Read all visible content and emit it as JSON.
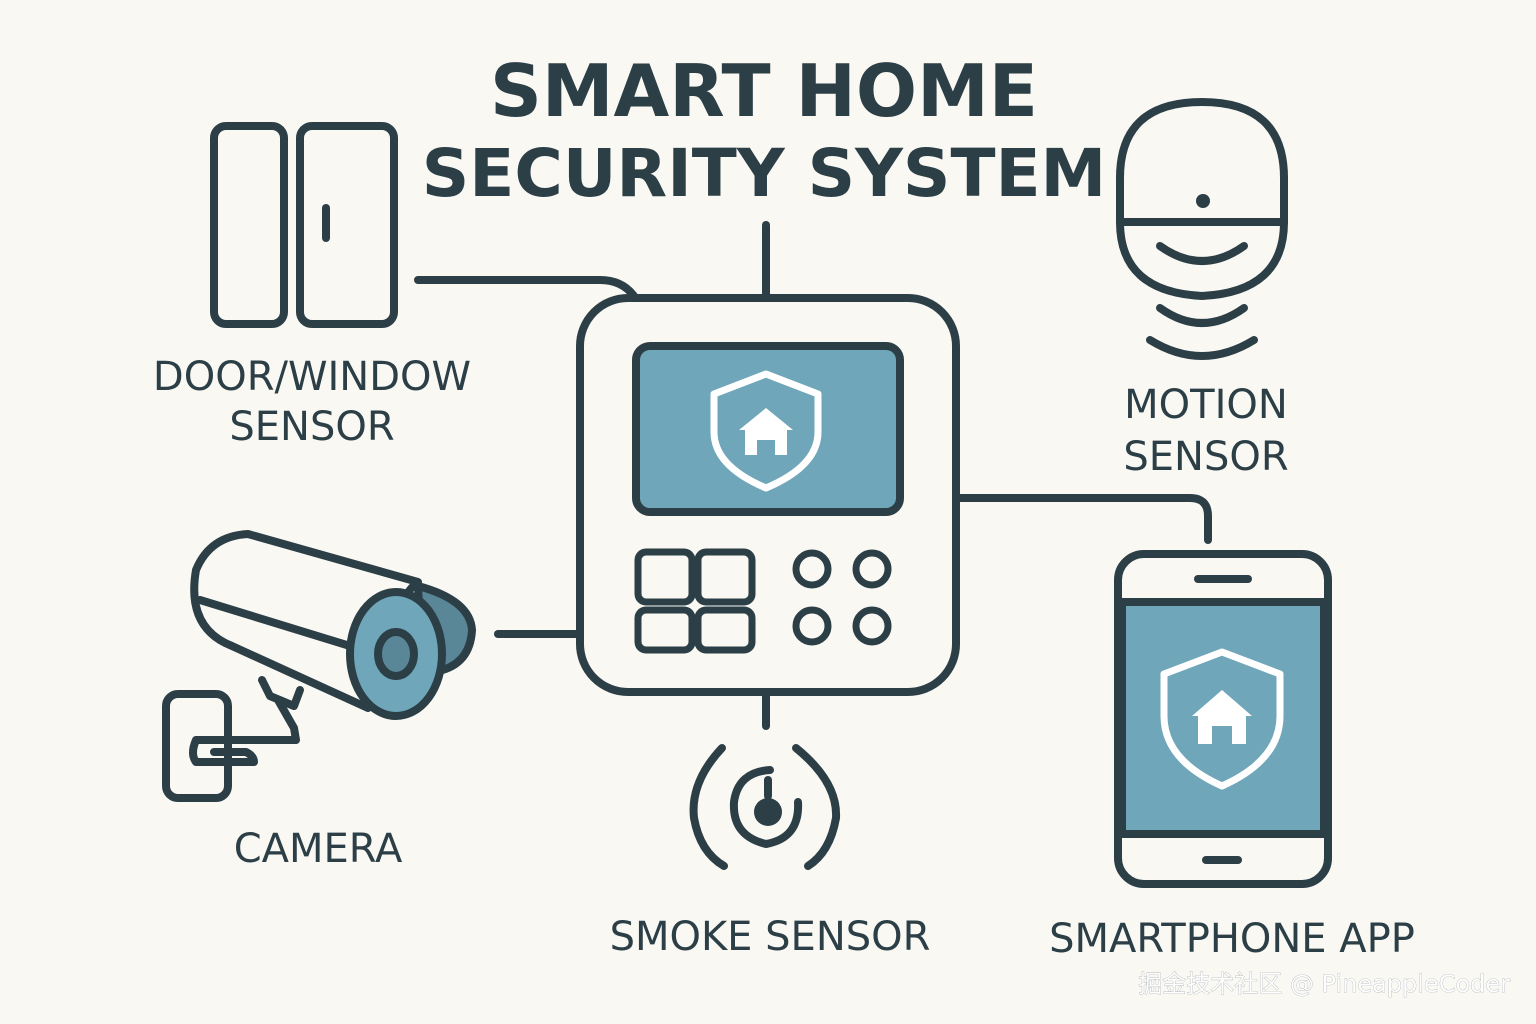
{
  "title": {
    "line1": "SMART HOME",
    "line2": "SECURITY SYSTEM"
  },
  "devices": {
    "door_window": {
      "line1": "DOOR/WINDOW",
      "line2": "SENSOR"
    },
    "motion": {
      "line1": "MOTION",
      "line2": "SENSOR"
    },
    "camera": {
      "label": "CAMERA"
    },
    "smoke": {
      "label": "SMOKE SENSOR"
    },
    "smartphone": {
      "label": "SMARTPHONE APP"
    }
  },
  "hub": {
    "screen_icon": "shield-home-icon",
    "keypad_icon": "keypad-grid-icon",
    "buttons_icon": "round-buttons-icon"
  },
  "watermark": "掘金技术社区 @ PineappleCoder",
  "colors": {
    "stroke": "#2c3e46",
    "accent": "#6fa6ba",
    "accent_dark": "#5a8798",
    "background": "#f9f8f3"
  }
}
